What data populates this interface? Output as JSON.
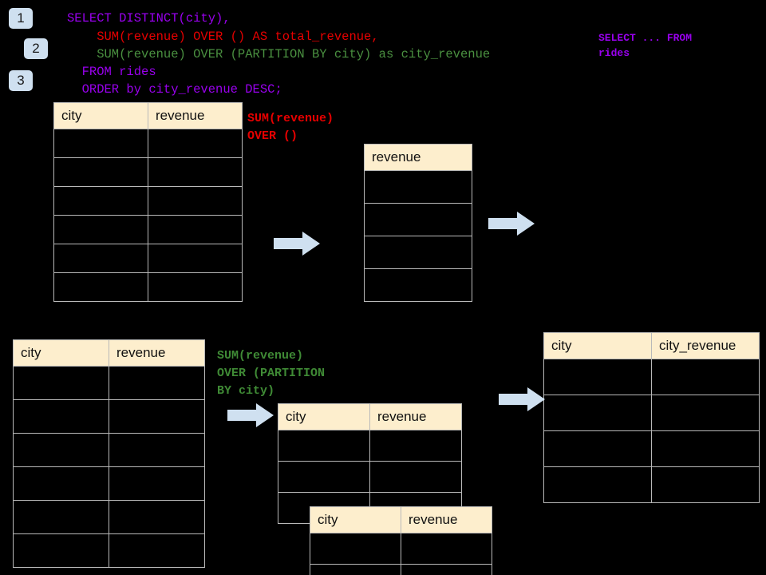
{
  "page": {
    "background": "#000000",
    "header_fill": "#fdeecd",
    "grid_line": "#b9b9b9",
    "badge_fill": "#cfe0f0",
    "arrow_fill": "#cfe0f0",
    "purple": "#9900ee",
    "red": "#e60000",
    "green": "#4a9040"
  },
  "badges": [
    {
      "label": "1"
    },
    {
      "label": "2"
    },
    {
      "label": "3"
    }
  ],
  "sql": {
    "line1": "SELECT DISTINCT(city),",
    "line2": "    SUM(revenue) OVER () AS total_revenue,",
    "line3": "    SUM(revenue) OVER (PARTITION BY city) as city_revenue",
    "line4": "  FROM rides",
    "line5": "  ORDER by city_revenue DESC;"
  },
  "side_note": {
    "text": "SELECT ... FROM\nrides"
  },
  "annotations": {
    "total_revenue": "SUM(revenue)\nOVER ()",
    "city_revenue": "SUM(revenue)\nOVER (PARTITION\nBY city)"
  },
  "tables": {
    "source_top": {
      "headers": [
        "city",
        "revenue"
      ],
      "rows": 6,
      "row_values": [
        [
          "",
          ""
        ],
        [
          "",
          ""
        ],
        [
          "",
          ""
        ],
        [
          "",
          ""
        ],
        [
          "",
          ""
        ],
        [
          "",
          ""
        ]
      ]
    },
    "total_revenue": {
      "headers": [
        "revenue"
      ],
      "rows": 4,
      "row_values": [
        [
          ""
        ],
        [
          ""
        ],
        [
          ""
        ],
        [
          ""
        ]
      ]
    },
    "source_bottom": {
      "headers": [
        "city",
        "revenue"
      ],
      "rows": 6,
      "row_values": [
        [
          "",
          ""
        ],
        [
          "",
          ""
        ],
        [
          "",
          ""
        ],
        [
          "",
          ""
        ],
        [
          "",
          ""
        ],
        [
          "",
          ""
        ]
      ]
    },
    "partition_back": {
      "headers": [
        "city",
        "revenue"
      ],
      "rows": 3,
      "row_values": [
        [
          "",
          ""
        ],
        [
          "",
          ""
        ],
        [
          "",
          ""
        ]
      ]
    },
    "partition_front": {
      "headers": [
        "city",
        "revenue"
      ],
      "rows": 2,
      "row_values": [
        [
          "",
          ""
        ],
        [
          "",
          ""
        ]
      ]
    },
    "result": {
      "headers": [
        "city",
        "city_revenue"
      ],
      "rows": 4,
      "row_values": [
        [
          "",
          ""
        ],
        [
          "",
          ""
        ],
        [
          "",
          ""
        ],
        [
          "",
          ""
        ]
      ]
    }
  },
  "arrows": [
    {
      "name": "arrow-to-total-revenue"
    },
    {
      "name": "arrow-total-revenue-to-result"
    },
    {
      "name": "arrow-to-partition"
    },
    {
      "name": "arrow-partition-to-result"
    }
  ]
}
